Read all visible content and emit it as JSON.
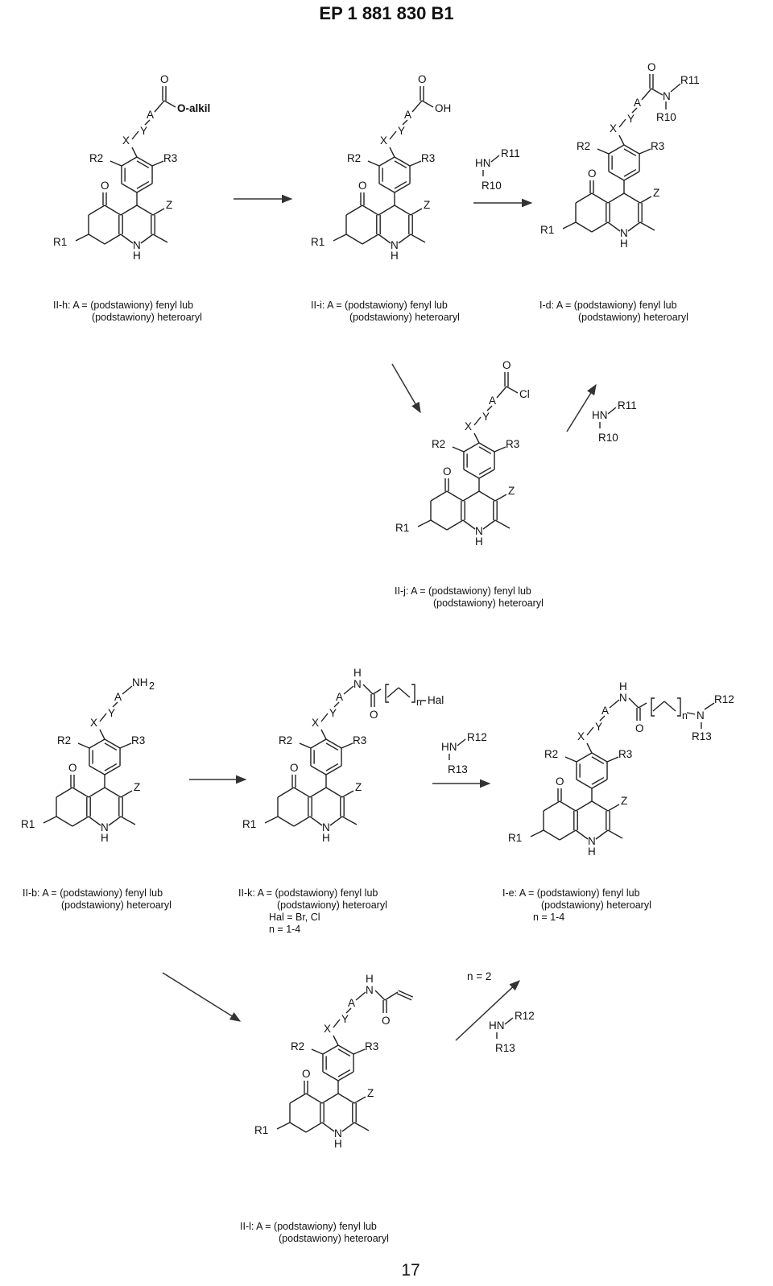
{
  "header": "EP 1 881 830 B1",
  "page_number": "17",
  "compounds": [
    {
      "id": "IIh",
      "caption1": "II-h: A = (podstawiony) fenyl lub",
      "caption2": "(podstawiony) heteroaryl",
      "side_chain": "ester",
      "labels": {
        "A": "A",
        "X": "X",
        "Y": "Y",
        "O": "O",
        "group": "O-alkil",
        "R2": "R2",
        "R3": "R3",
        "R1": "R1",
        "Z": "Z",
        "NH": "N",
        "H": "H",
        "Ok": "O"
      }
    },
    {
      "id": "IIi",
      "caption1": "II-i: A = (podstawiony) fenyl lub",
      "caption2": "(podstawiony) heteroaryl",
      "side_chain": "acid",
      "labels": {
        "A": "A",
        "X": "X",
        "Y": "Y",
        "O": "O",
        "group": "OH",
        "R2": "R2",
        "R3": "R3",
        "R1": "R1",
        "Z": "Z",
        "NH": "N",
        "H": "H",
        "Ok": "O"
      }
    },
    {
      "id": "Id",
      "caption1": "I-d: A = (podstawiony) fenyl lub",
      "caption2": "(podstawiony) heteroaryl",
      "side_chain": "amide",
      "labels": {
        "A": "A",
        "X": "X",
        "Y": "Y",
        "O": "O",
        "group": "N",
        "r11": "R11",
        "r10": "R10",
        "R2": "R2",
        "R3": "R3",
        "R1": "R1",
        "Z": "Z",
        "NH": "N",
        "H": "H",
        "Ok": "O"
      }
    },
    {
      "id": "IIj",
      "caption1": "II-j: A = (podstawiony) fenyl lub",
      "caption2": "(podstawiony) heteroaryl",
      "side_chain": "acyl-chloride",
      "labels": {
        "A": "A",
        "X": "X",
        "Y": "Y",
        "O": "O",
        "group": "Cl",
        "R2": "R2",
        "R3": "R3",
        "R1": "R1",
        "Z": "Z",
        "NH": "N",
        "H": "H",
        "Ok": "O"
      }
    },
    {
      "id": "IIb",
      "caption1": "II-b: A = (podstawiony) fenyl lub",
      "caption2": "(podstawiony) heteroaryl",
      "side_chain": "amine",
      "labels": {
        "A": "A",
        "X": "X",
        "Y": "Y",
        "group": "NH",
        "sub": "2",
        "R2": "R2",
        "R3": "R3",
        "R1": "R1",
        "Z": "Z",
        "NH": "N",
        "H": "H",
        "Ok": "O"
      }
    },
    {
      "id": "IIk",
      "caption1": "II-k: A = (podstawiony) fenyl lub",
      "caption2": "(podstawiony) heteroaryl",
      "caption3": "Hal = Br, Cl",
      "caption4": "n = 1-4",
      "side_chain": "haloamide",
      "labels": {
        "A": "A",
        "X": "X",
        "Y": "Y",
        "H": "H",
        "N": "N",
        "O": "O",
        "n": "n",
        "group": "Hal",
        "R2": "R2",
        "R3": "R3",
        "R1": "R1",
        "Z": "Z",
        "NH": "N",
        "Hb": "H",
        "Ok": "O"
      }
    },
    {
      "id": "Ie",
      "caption1": "I-e: A = (podstawiony) fenyl lub",
      "caption2": "(podstawiony) heteroaryl",
      "caption3": "n = 1-4",
      "side_chain": "aminoamide",
      "labels": {
        "A": "A",
        "X": "X",
        "Y": "Y",
        "H": "H",
        "N": "N",
        "O": "O",
        "n": "n",
        "group": "N",
        "r12": "R12",
        "r13": "R13",
        "R2": "R2",
        "R3": "R3",
        "R1": "R1",
        "Z": "Z",
        "NH": "N",
        "Hb": "H",
        "Ok": "O"
      }
    },
    {
      "id": "IIl",
      "caption1": "II-l: A = (podstawiony) fenyl lub",
      "caption2": "(podstawiony) heteroaryl",
      "side_chain": "acrylamide",
      "labels": {
        "A": "A",
        "X": "X",
        "Y": "Y",
        "H": "H",
        "N": "N",
        "O": "O",
        "R2": "R2",
        "R3": "R3",
        "R1": "R1",
        "Z": "Z",
        "NH": "N",
        "Hb": "H",
        "Ok": "O"
      }
    }
  ],
  "reagents": [
    {
      "id": "rg1",
      "hn": "HN",
      "top": "R11",
      "bottom": "R10"
    },
    {
      "id": "rg2",
      "hn": "HN",
      "top": "R11",
      "bottom": "R10"
    },
    {
      "id": "rg3",
      "hn": "HN",
      "top": "R12",
      "bottom": "R13"
    },
    {
      "id": "rg4",
      "hn": "HN",
      "top": "R12",
      "bottom": "R13"
    }
  ],
  "conditions": {
    "n_eq_2": "n = 2"
  }
}
